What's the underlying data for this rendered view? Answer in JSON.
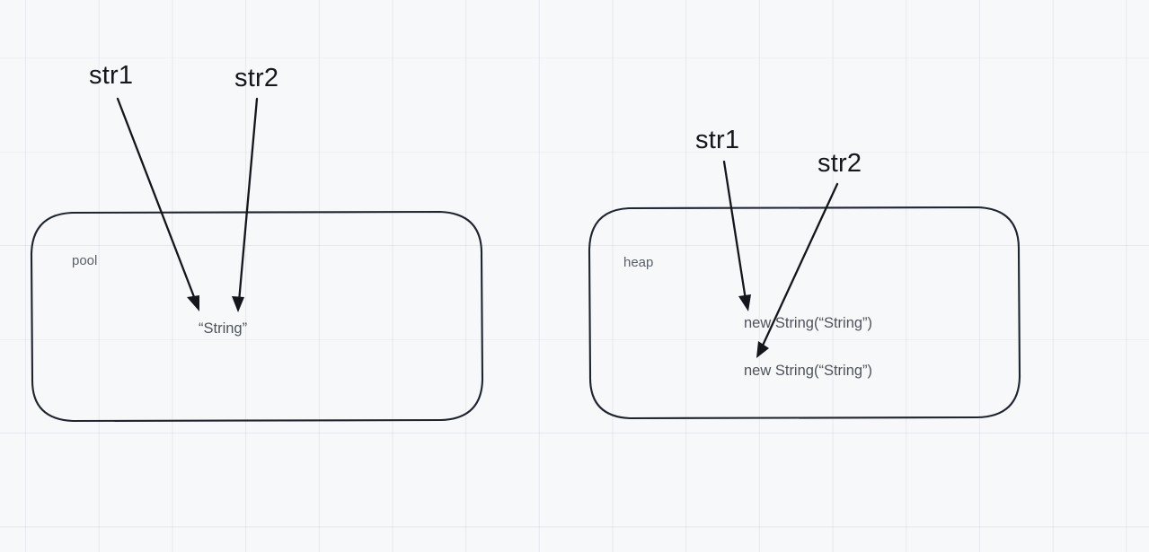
{
  "canvas": {
    "background_color": "#f7f8fa",
    "grid_color": "#bec4ce",
    "stroke_color": "#1f2430",
    "label_color": "#16171d",
    "muted_text_color": "#4e535b"
  },
  "pool_region": {
    "name_label": "pool",
    "pointers": [
      {
        "label": "str1"
      },
      {
        "label": "str2"
      }
    ],
    "values": [
      {
        "text": "“String”"
      }
    ]
  },
  "heap_region": {
    "name_label": "heap",
    "pointers": [
      {
        "label": "str1"
      },
      {
        "label": "str2"
      }
    ],
    "values": [
      {
        "text": "new String(“String”)"
      },
      {
        "text": "new String(“String”)"
      }
    ]
  }
}
